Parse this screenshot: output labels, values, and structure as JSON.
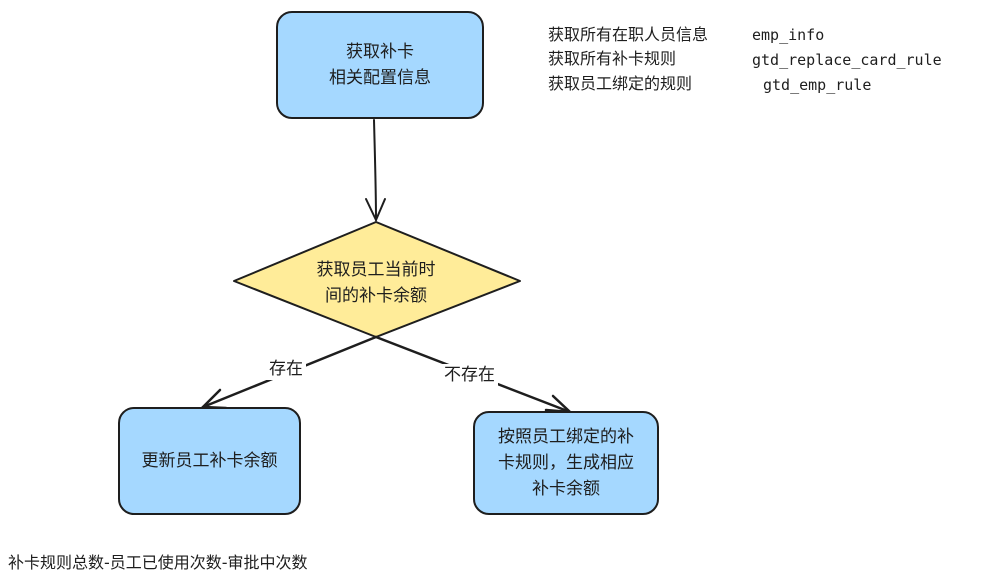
{
  "nodes": {
    "start": [
      "获取补卡",
      "相关配置信息"
    ],
    "decision": [
      "获取员工当前时",
      "间的补卡余额"
    ],
    "update": [
      "更新员工补卡余额"
    ],
    "generate": [
      "按照员工绑定的补",
      "卡规则，生成相应",
      "补卡余额"
    ]
  },
  "edges": {
    "exists": "存在",
    "not_exists": "不存在"
  },
  "notes": [
    {
      "text": "获取所有在职人员信息",
      "table": "emp_info"
    },
    {
      "text": "获取所有补卡规则",
      "table": "gtd_replace_card_rule"
    },
    {
      "text": "获取员工绑定的规则",
      "table": "gtd_emp_rule"
    }
  ],
  "footer": "补卡规则总数-员工已使用次数-审批中次数",
  "colors": {
    "process_fill": "#a5d8ff",
    "decision_fill": "#ffec99",
    "stroke": "#1e1e1e"
  }
}
